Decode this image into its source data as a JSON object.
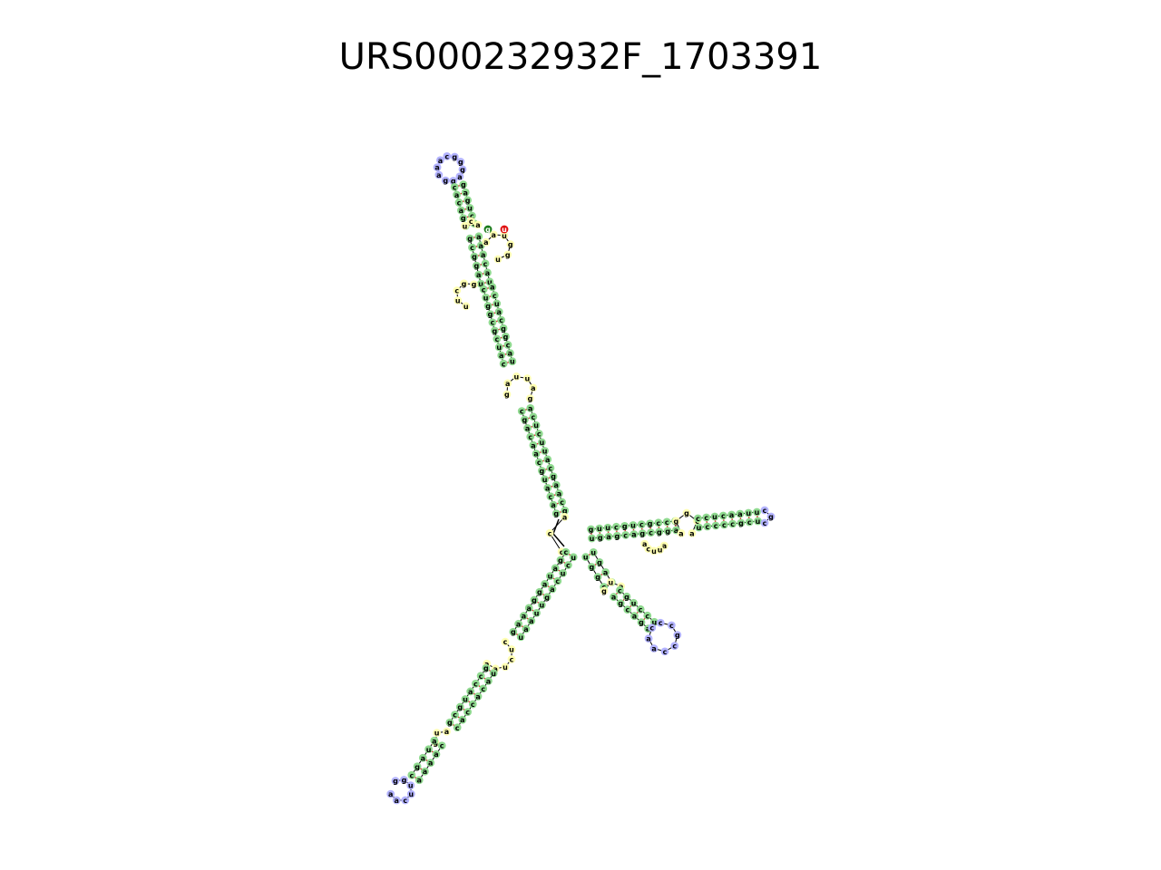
{
  "title": "URS000232932F_1703391",
  "colors": {
    "stem": "#8fd98f",
    "interior_loop": "#ffffb3",
    "hairpin_loop": "#b3b3ff",
    "five_prime": "#1a7a1a",
    "three_prime": "#e01010",
    "backbone": "#000000",
    "pair": "#e03030"
  },
  "labels": {
    "five_prime": "g",
    "three_prime": "u"
  },
  "sequence_fragments": {
    "hairpin_1": "aaacgggagg",
    "hairpin_2": "ccgccaac",
    "hairpin_3": "cgc",
    "hairpin_4": "gguucaa",
    "stem_right_top": "ugagcagcggaaggguucgcg",
    "stem_right_bottom": "guucgucgccauuaguagcgcg",
    "stem_upper_left": "cuggcgcuacugcgcggggc",
    "stem_lower_left": "gccaugcgggagguaucucgaugu"
  }
}
